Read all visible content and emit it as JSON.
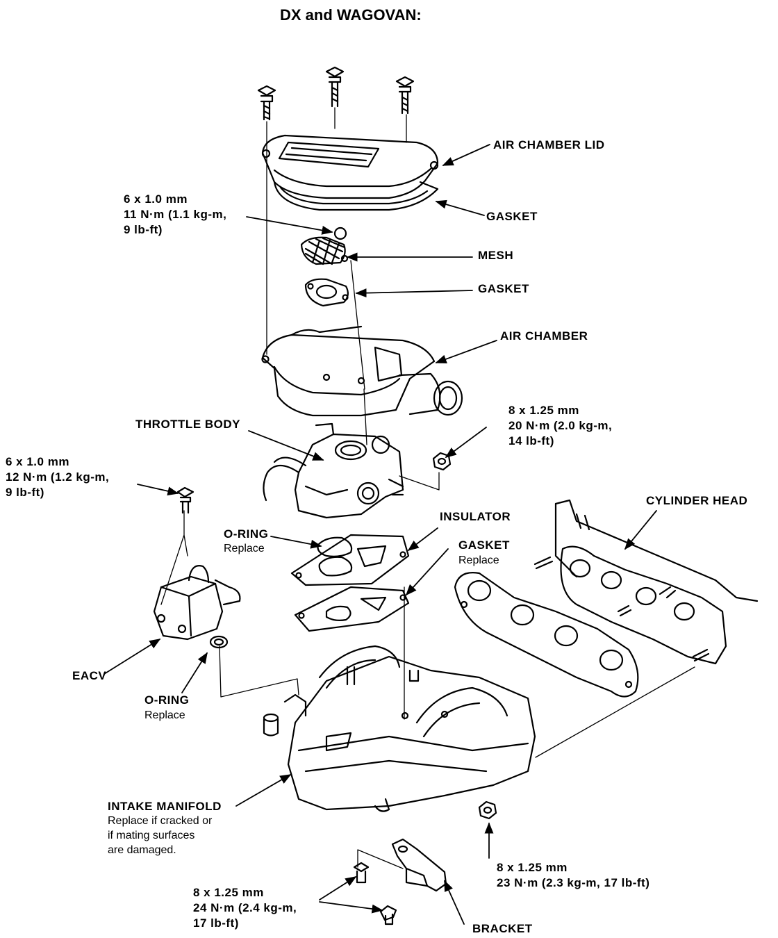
{
  "title": "DX and WAGOVAN:",
  "labels": {
    "air_chamber_lid": "AIR CHAMBER LID",
    "gasket_lid": "GASKET",
    "mesh": "MESH",
    "gasket_mesh": "GASKET",
    "air_chamber": "AIR CHAMBER",
    "throttle_body": "THROTTLE BODY",
    "insulator": "INSULATOR",
    "o_ring_1": "O-RING",
    "o_ring_1_note": "Replace",
    "gasket_manifold": "GASKET",
    "gasket_manifold_note": "Replace",
    "cylinder_head": "CYLINDER HEAD",
    "eacv": "EACV",
    "o_ring_2": "O-RING",
    "o_ring_2_note": "Replace",
    "intake_manifold": "INTAKE MANIFOLD",
    "intake_manifold_note_1": "Replace if cracked or",
    "intake_manifold_note_2": "if mating surfaces",
    "intake_manifold_note_3": "are damaged.",
    "bracket": "BRACKET"
  },
  "torque_specs": {
    "mesh_bolt": {
      "size": "6 x 1.0 mm",
      "line1": "11 N·m (1.1 kg-m,",
      "line2": "9 lb-ft)"
    },
    "throttle_nut": {
      "size": "8 x 1.25 mm",
      "line1": "20 N·m (2.0 kg-m,",
      "line2": "14 lb-ft)"
    },
    "eacv_bolt": {
      "size": "6 x 1.0 mm",
      "line1": "12 N·m (1.2 kg-m,",
      "line2": "9 lb-ft)"
    },
    "manifold_nut": {
      "size": "8 x 1.25 mm",
      "line1": "23 N·m (2.3 kg-m, 17 lb-ft)"
    },
    "bracket_bolts": {
      "size": "8 x 1.25 mm",
      "line1": "24 N·m (2.4 kg-m,",
      "line2": "17 lb-ft)"
    }
  },
  "colors": {
    "ink": "#000000",
    "paper": "#ffffff"
  }
}
